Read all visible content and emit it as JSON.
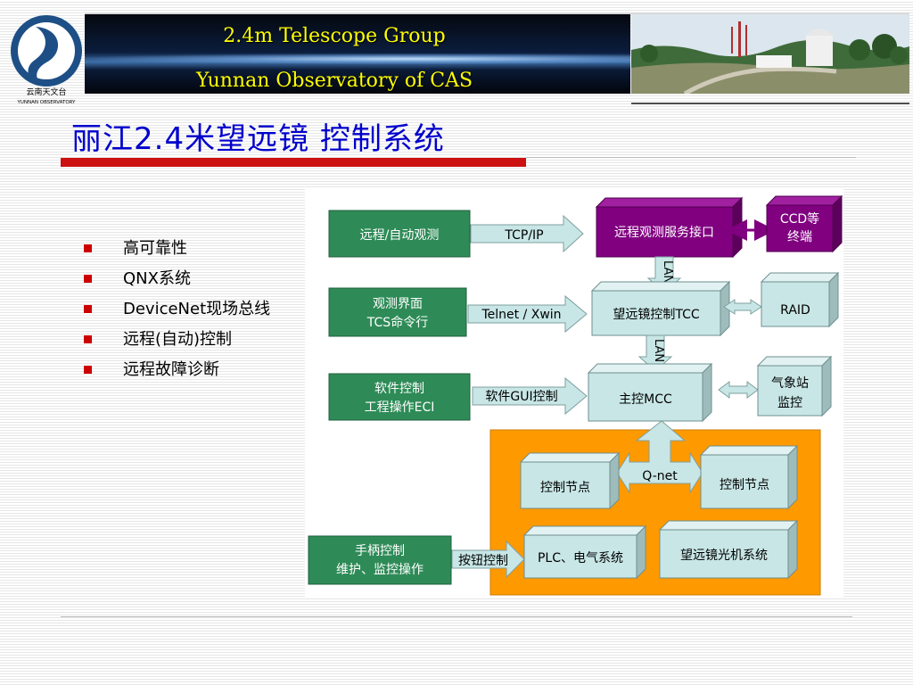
{
  "logo": {
    "cn": "云南天文台",
    "en": "YUNNAN OBSERVATORY"
  },
  "banner": {
    "line1": "2.4m Telescope Group",
    "line2": "Yunnan Observatory of CAS"
  },
  "title": "丽江2.4米望远镜 控制系统",
  "bullets": [
    "高可靠性",
    "QNX系统",
    "DeviceNet现场总线",
    "远程(自动)控制",
    "远程故障诊断"
  ],
  "diagram": {
    "left_boxes": {
      "remote": "远程/自动观测",
      "ui_l1": "观测界面",
      "ui_l2": "TCS命令行",
      "soft_l1": "软件控制",
      "soft_l2": "工程操作ECI",
      "hand_l1": "手柄控制",
      "hand_l2": "维护、监控操作"
    },
    "arrows": {
      "tcp": "TCP/IP",
      "telnet": "Telnet / Xwin",
      "gui": "软件GUI控制",
      "button": "按钮控制",
      "lan1": "LAN",
      "lan2": "LAN",
      "qnet": "Q-net"
    },
    "boxes": {
      "server": "远程观测服务接口",
      "ccd_l1": "CCD等",
      "ccd_l2": "终端",
      "tcc": "望远镜控制TCC",
      "raid": "RAID",
      "mcc": "主控MCC",
      "weather_l1": "气象站",
      "weather_l2": "监控",
      "node1": "控制节点",
      "node2": "控制节点",
      "plc": "PLC、电气系统",
      "optics": "望远镜光机系统"
    }
  },
  "colors": {
    "title": "#0000cc",
    "banner_text": "#ffff00",
    "green_box": "#2e8b57",
    "purple_box": "#800080",
    "light_box": "#c8e6e6",
    "orange_panel": "#ff9900",
    "bullet": "#cc0000"
  }
}
